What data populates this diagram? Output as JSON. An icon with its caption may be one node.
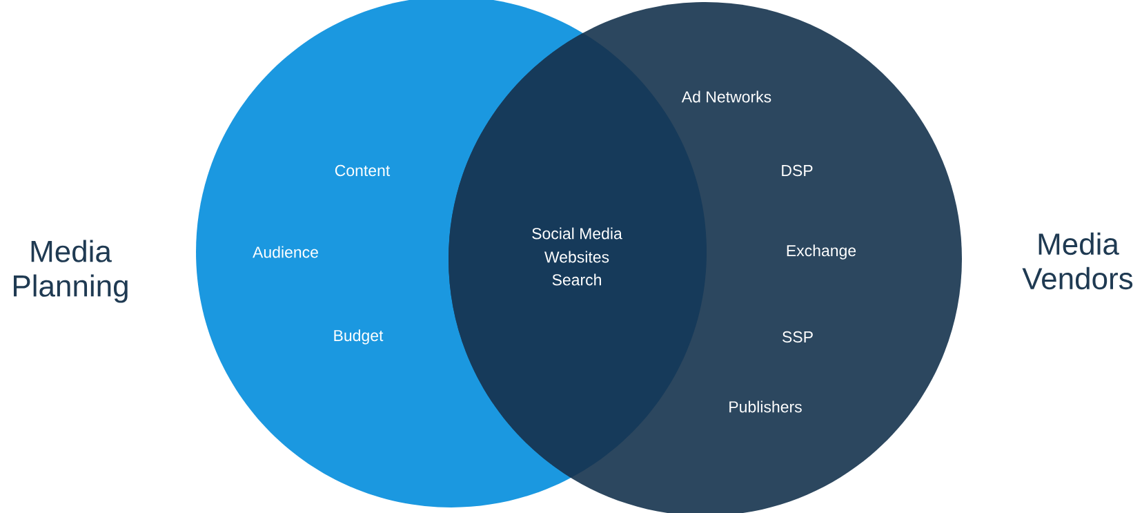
{
  "diagram": {
    "nodes": [
      {
        "text": [
          "Media Planning",
          "Content",
          "Audience",
          "Budget"
        ]
      },
      {
        "text": [
          "Social Media",
          "Websites",
          "Search"
        ]
      },
      {
        "text": [
          "Media Vendors",
          "Ad Networks",
          "DSP",
          "Exchange",
          "SSP",
          "Publishers"
        ]
      }
    ]
  }
}
